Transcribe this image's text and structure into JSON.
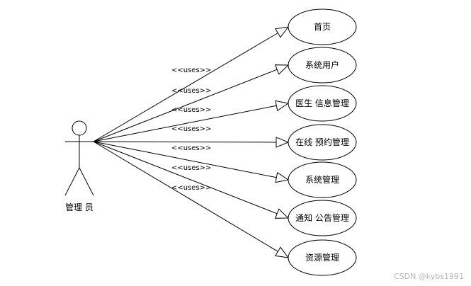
{
  "actor": {
    "label": "管理 员"
  },
  "relationship_label": "<<uses>>",
  "use_cases": [
    {
      "label": "首页"
    },
    {
      "label": "系统用户"
    },
    {
      "label": "医生 信息管理"
    },
    {
      "label": "在线 预约管理"
    },
    {
      "label": "系统管理"
    },
    {
      "label": "通知 公告管理"
    },
    {
      "label": "资源管理"
    }
  ],
  "watermark": "CSDN @kybs1991",
  "colors": {
    "stroke": "#000000",
    "background": "#ffffff",
    "watermark": "#b8b8b8"
  }
}
